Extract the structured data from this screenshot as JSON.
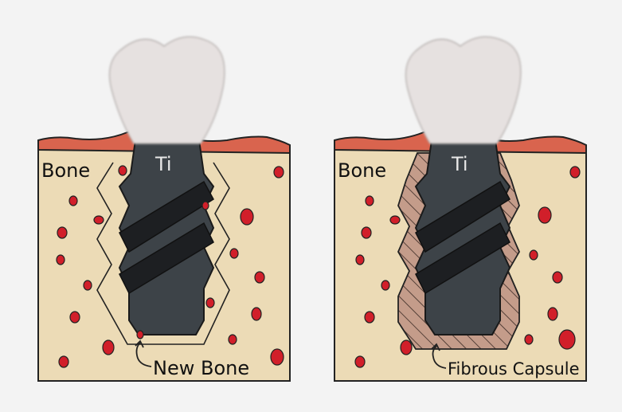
{
  "panels": [
    {
      "id": "osseointegration",
      "bone_label": "Bone",
      "implant_label": "Ti",
      "annotation": "New Bone",
      "interface": "bone"
    },
    {
      "id": "fibrous",
      "bone_label": "Bone",
      "implant_label": "Ti",
      "annotation": "Fibrous Capsule",
      "interface": "capsule"
    }
  ],
  "colors": {
    "background": "#f3f3f3",
    "bone": "#ecdbb6",
    "gum": "#d9644e",
    "marrow": "#d11f2a",
    "implant": "#3d4348",
    "thread": "#1d1f22",
    "crown": "#e6e1e0",
    "capsule": "#c49c8a"
  }
}
